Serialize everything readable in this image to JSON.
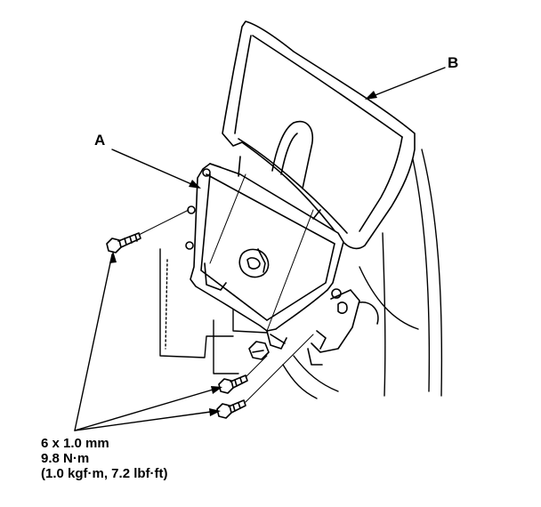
{
  "callouts": {
    "a": "A",
    "b": "B"
  },
  "torque_spec": {
    "size": "6 x 1.0 mm",
    "torque_nm": "9.8 N·m",
    "torque_alt": "(1.0 kgf·m, 7.2 lbf·ft)"
  },
  "colors": {
    "line": "#000000",
    "background": "#ffffff",
    "part_fill": "#ffffff"
  }
}
